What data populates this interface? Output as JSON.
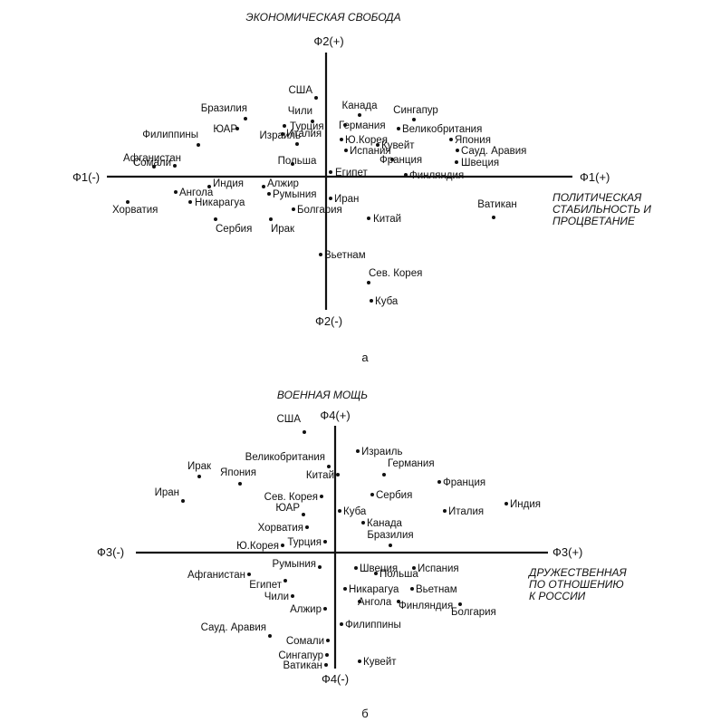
{
  "panels": [
    {
      "title": "ЭКОНОМИЧЕСКАЯ СВОБОДА",
      "axis_labels": {
        "y_pos": "Ф2(+)",
        "y_neg": "Ф2(-)",
        "x_neg": "Ф1(-)",
        "x_pos": "Ф1(+)"
      },
      "x_caption": [
        "ПОЛИТИЧЕСКАЯ",
        "СТАБИЛЬНОСТЬ И",
        "ПРОЦВЕТАНИЕ"
      ],
      "sub_label": "а"
    },
    {
      "title": "ВОЕННАЯ МОЩЬ",
      "axis_labels": {
        "y_pos": "Ф4(+)",
        "y_neg": "Ф4(-)",
        "x_neg": "Ф3(-)",
        "x_pos": "Ф3(+)"
      },
      "x_caption": [
        "ДРУЖЕСТВЕННАЯ",
        "ПО ОТНОШЕНИЮ",
        "К РОССИИ"
      ],
      "sub_label": "б"
    }
  ],
  "chart_data": [
    {
      "type": "scatter",
      "title": "ЭКОНОМИЧЕСКАЯ СВОБОДА",
      "xlabel": "Ф1",
      "ylabel": "Ф2",
      "xlim": [
        -2.4,
        2.7
      ],
      "ylim": [
        -1.6,
        1.4
      ],
      "grid": false,
      "points": [
        {
          "label": "США",
          "x": -0.11,
          "y": 0.87
        },
        {
          "label": "Канада",
          "x": 0.37,
          "y": 0.68
        },
        {
          "label": "Сингапур",
          "x": 0.97,
          "y": 0.63
        },
        {
          "label": "Бразилия",
          "x": -0.89,
          "y": 0.64
        },
        {
          "label": "Чили",
          "x": -0.15,
          "y": 0.61
        },
        {
          "label": "Турция",
          "x": -0.46,
          "y": 0.56
        },
        {
          "label": "ЮАР",
          "x": -0.98,
          "y": 0.53
        },
        {
          "label": "Германия",
          "x": 0.21,
          "y": 0.57
        },
        {
          "label": "Великобритания",
          "x": 0.8,
          "y": 0.53
        },
        {
          "label": "Италия",
          "x": -0.48,
          "y": 0.47
        },
        {
          "label": "Ю.Корея",
          "x": 0.17,
          "y": 0.41
        },
        {
          "label": "Япония",
          "x": 1.38,
          "y": 0.41
        },
        {
          "label": "Филиппины",
          "x": -1.41,
          "y": 0.35
        },
        {
          "label": "Кувейт",
          "x": 0.57,
          "y": 0.35
        },
        {
          "label": "Израиль",
          "x": -0.32,
          "y": 0.36
        },
        {
          "label": "Испания",
          "x": 0.22,
          "y": 0.29
        },
        {
          "label": "Сауд. Аравия",
          "x": 1.45,
          "y": 0.29
        },
        {
          "label": "Франция",
          "x": 0.73,
          "y": 0.19
        },
        {
          "label": "Швеция",
          "x": 1.44,
          "y": 0.16
        },
        {
          "label": "Польша",
          "x": -0.37,
          "y": 0.14
        },
        {
          "label": "Афганистан",
          "x": -1.9,
          "y": 0.11
        },
        {
          "label": "Сомали",
          "x": -1.67,
          "y": 0.12
        },
        {
          "label": "Египет",
          "x": 0.05,
          "y": 0.05
        },
        {
          "label": "Финляндия",
          "x": 0.88,
          "y": 0.02
        },
        {
          "label": "Индия",
          "x": -1.29,
          "y": -0.11
        },
        {
          "label": "Алжир",
          "x": -0.69,
          "y": -0.11
        },
        {
          "label": "Ангола",
          "x": -1.66,
          "y": -0.17
        },
        {
          "label": "Румыния",
          "x": -0.63,
          "y": -0.19
        },
        {
          "label": "Иран",
          "x": 0.05,
          "y": -0.24
        },
        {
          "label": "Хорватия",
          "x": -2.19,
          "y": -0.28
        },
        {
          "label": "Никарагуа",
          "x": -1.5,
          "y": -0.28
        },
        {
          "label": "Болгария",
          "x": -0.36,
          "y": -0.36
        },
        {
          "label": "Ватикан",
          "x": 1.85,
          "y": -0.45
        },
        {
          "label": "Китай",
          "x": 0.47,
          "y": -0.46
        },
        {
          "label": "Сербия",
          "x": -1.22,
          "y": -0.47
        },
        {
          "label": "Ирак",
          "x": -0.61,
          "y": -0.47
        },
        {
          "label": "Вьетнам",
          "x": -0.06,
          "y": -0.86
        },
        {
          "label": "Сев. Корея",
          "x": 0.47,
          "y": -1.17
        },
        {
          "label": "Куба",
          "x": 0.5,
          "y": -1.37
        }
      ]
    },
    {
      "type": "scatter",
      "title": "ВОЕННАЯ МОЩЬ",
      "xlabel": "Ф3",
      "ylabel": "Ф4",
      "xlim": [
        -2.7,
        2.4
      ],
      "ylim": [
        -1.4,
        1.6
      ],
      "grid": false,
      "points": [
        {
          "label": "США",
          "x": -0.34,
          "y": 1.33
        },
        {
          "label": "Израиль",
          "x": 0.25,
          "y": 1.12
        },
        {
          "label": "Великобритания",
          "x": -0.07,
          "y": 0.95
        },
        {
          "label": "Германия",
          "x": 0.54,
          "y": 0.86
        },
        {
          "label": "Ирак",
          "x": -1.5,
          "y": 0.84
        },
        {
          "label": "Китай",
          "x": 0.03,
          "y": 0.86
        },
        {
          "label": "Франция",
          "x": 1.15,
          "y": 0.78
        },
        {
          "label": "Япония",
          "x": -1.05,
          "y": 0.76
        },
        {
          "label": "Сев. Корея",
          "x": -0.15,
          "y": 0.62
        },
        {
          "label": "Сербия",
          "x": 0.41,
          "y": 0.64
        },
        {
          "label": "Иран",
          "x": -1.68,
          "y": 0.57
        },
        {
          "label": "Индия",
          "x": 1.89,
          "y": 0.54
        },
        {
          "label": "Куба",
          "x": 0.05,
          "y": 0.46
        },
        {
          "label": "Италия",
          "x": 1.21,
          "y": 0.46
        },
        {
          "label": "ЮАР",
          "x": -0.35,
          "y": 0.42
        },
        {
          "label": "Хорватия",
          "x": -0.31,
          "y": 0.28
        },
        {
          "label": "Канада",
          "x": 0.31,
          "y": 0.33
        },
        {
          "label": "Турция",
          "x": -0.11,
          "y": 0.12
        },
        {
          "label": "Бразилия",
          "x": 0.61,
          "y": 0.08
        },
        {
          "label": "Ю.Корея",
          "x": -0.58,
          "y": 0.08
        },
        {
          "label": "Румыния",
          "x": -0.17,
          "y": -0.16
        },
        {
          "label": "Швеция",
          "x": 0.23,
          "y": -0.17
        },
        {
          "label": "Испания",
          "x": 0.87,
          "y": -0.17
        },
        {
          "label": "Польша",
          "x": 0.45,
          "y": -0.23
        },
        {
          "label": "Афганистан",
          "x": -0.95,
          "y": -0.24
        },
        {
          "label": "Египет",
          "x": -0.55,
          "y": -0.31
        },
        {
          "label": "Никарагуа",
          "x": 0.11,
          "y": -0.4
        },
        {
          "label": "Вьетнам",
          "x": 0.85,
          "y": -0.4
        },
        {
          "label": "Чили",
          "x": -0.47,
          "y": -0.48
        },
        {
          "label": "Ангола",
          "x": 0.27,
          "y": -0.54
        },
        {
          "label": "Финляндия",
          "x": 0.7,
          "y": -0.54
        },
        {
          "label": "Болгария",
          "x": 1.38,
          "y": -0.57
        },
        {
          "label": "Алжир",
          "x": -0.11,
          "y": -0.62
        },
        {
          "label": "Филиппины",
          "x": 0.07,
          "y": -0.79
        },
        {
          "label": "Сауд. Аравия",
          "x": -0.72,
          "y": -0.92
        },
        {
          "label": "Сомали",
          "x": -0.08,
          "y": -0.97
        },
        {
          "label": "Сингапур",
          "x": -0.09,
          "y": -1.13
        },
        {
          "label": "Кувейт",
          "x": 0.27,
          "y": -1.2
        },
        {
          "label": "Ватикан",
          "x": -0.1,
          "y": -1.24
        }
      ]
    }
  ]
}
